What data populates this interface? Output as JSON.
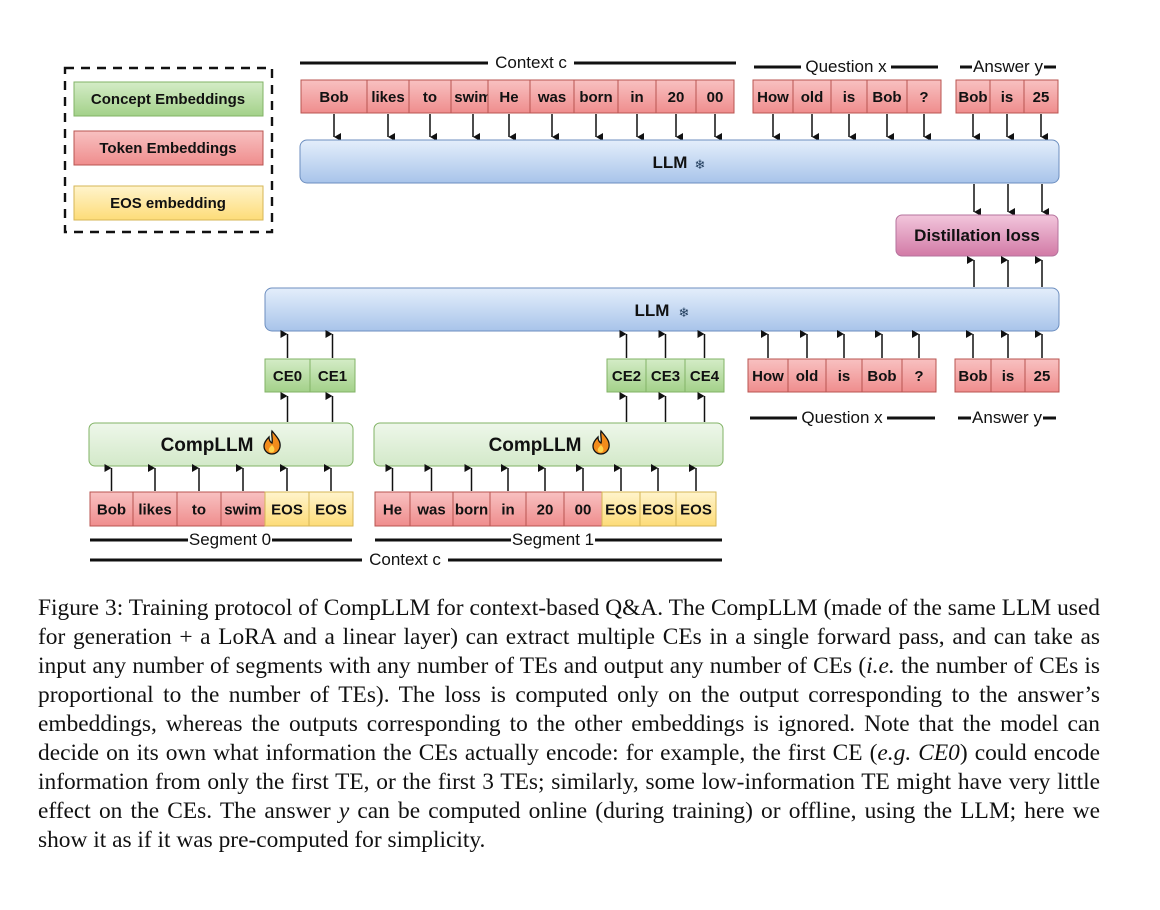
{
  "legend": {
    "concept": "Concept Embeddings",
    "token": "Token Embeddings",
    "eos": "EOS embedding"
  },
  "top": {
    "context_label": "Context c",
    "question_label": "Question x",
    "answer_label": "Answer y",
    "context_tokens_1": [
      "Bob",
      "likes",
      "to",
      "swim"
    ],
    "context_tokens_2": [
      "He",
      "was",
      "born",
      "in",
      "20",
      "00"
    ],
    "question_tokens": [
      "How",
      "old",
      "is",
      "Bob",
      "?"
    ],
    "answer_tokens": [
      "Bob",
      "is",
      "25"
    ],
    "llm_label": "LLM",
    "loss_label": "Distillation loss"
  },
  "bottom": {
    "llm_label": "LLM",
    "ce_group_1": [
      "CE0",
      "CE1"
    ],
    "ce_group_2": [
      "CE2",
      "CE3",
      "CE4"
    ],
    "question_tokens": [
      "How",
      "old",
      "is",
      "Bob",
      "?"
    ],
    "answer_tokens": [
      "Bob",
      "is",
      "25"
    ],
    "question_label": "Question x",
    "answer_label": "Answer y",
    "complm_label": "CompLLM",
    "segment0_tokens": [
      "Bob",
      "likes",
      "to",
      "swim"
    ],
    "segment0_eos": [
      "EOS",
      "EOS"
    ],
    "segment1_tokens": [
      "He",
      "was",
      "born",
      "in",
      "20",
      "00"
    ],
    "segment1_eos": [
      "EOS",
      "EOS",
      "EOS"
    ],
    "segment0_label": "Segment 0",
    "segment1_label": "Segment 1",
    "context_label": "Context c"
  },
  "caption": {
    "p1": "Figure 3: Training protocol of CompLLM for context-based Q&A. The CompLLM (made of the same LLM used for generation + a LoRA and a linear layer) can extract multiple CEs in a single forward pass, and can take as input any number of segments with any number of TEs and output any number of CEs (",
    "ie": "i.e.",
    "p2": " the number of CEs is proportional to the number of TEs). The loss is computed only on the output corresponding to the answer’s embeddings, whereas the outputs corresponding to the other embeddings is ignored. Note that the model can decide on its own what information the CEs actually encode: for example, the first CE (",
    "eg": "e.g.",
    "ce0": "CE0",
    "p3": ") could encode information from only the first TE, or the first 3 TEs; similarly, some low-information TE might have very little effect on the CEs. The answer ",
    "y": "y",
    "p4": " can be computed online (during training) or offline, using the LLM; here we show it as if it was pre-computed for simplicity."
  },
  "colors": {
    "token_fill": "#f5a3a3",
    "token_stroke": "#b85450",
    "concept_fill": "#b9e0a5",
    "concept_stroke": "#82b366",
    "eos_fill": "#fde69c",
    "llm_fill": "#c5d9f1",
    "loss_fill": "#e6a0c4",
    "complm_fill": "#d5e8d4"
  }
}
